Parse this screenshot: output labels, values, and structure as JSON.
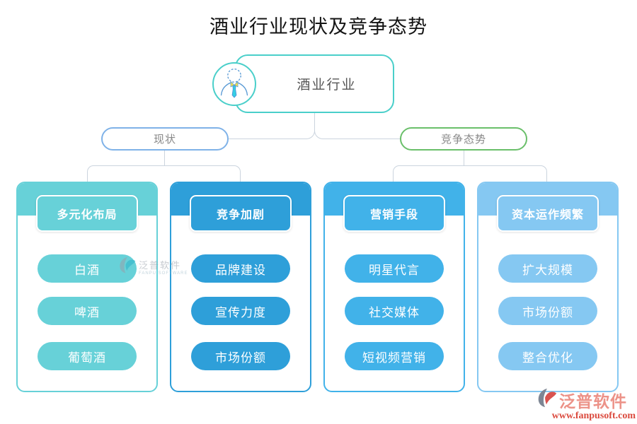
{
  "title": "酒业行业现状及竞争态势",
  "root": {
    "label": "酒业行业",
    "accent": "#4ACFCA"
  },
  "branches": [
    {
      "label": "现状",
      "border": "#7FB2E8"
    },
    {
      "label": "竞争态势",
      "border": "#6ABF6A"
    }
  ],
  "columns": [
    {
      "header": "多元化布局",
      "color": "#67D1D8",
      "items": [
        "白酒",
        "啤酒",
        "葡萄酒"
      ]
    },
    {
      "header": "竞争加剧",
      "color": "#2E9FD9",
      "items": [
        "品牌建设",
        "宣传力度",
        "市场份额"
      ]
    },
    {
      "header": "营销手段",
      "color": "#41B2E9",
      "items": [
        "明星代言",
        "社交媒体",
        "短视频营销"
      ]
    },
    {
      "header": "资本运作频繁",
      "color": "#85C8F2",
      "items": [
        "扩大规模",
        "市场份额",
        "整合优化"
      ]
    }
  ],
  "watermarks": {
    "center": {
      "brand": "泛普软件",
      "brand_en": "FANPU SOFTWARE"
    },
    "corner": {
      "brand": "泛普软件",
      "url": "www.fanpusoft.com"
    }
  },
  "icons": {
    "avatar": "person-avatar-icon",
    "logo": "fanpu-swoosh-logo-icon"
  }
}
